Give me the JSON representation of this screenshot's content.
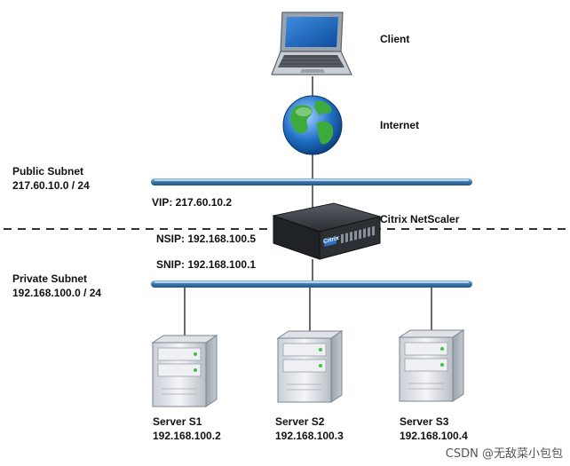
{
  "nodes": {
    "client": "Client",
    "internet": "Internet",
    "netscaler": "Citrix NetScaler"
  },
  "public_subnet": {
    "name": "Public Subnet",
    "range": "217.60.10.0 / 24"
  },
  "private_subnet": {
    "name": "Private Subnet",
    "range": "192.168.100.0 / 24"
  },
  "addresses": {
    "vip": "VIP: 217.60.10.2",
    "nsip": "NSIP: 192.168.100.5",
    "snip": "SNIP: 192.168.100.1"
  },
  "servers": [
    {
      "name": "Server S1",
      "ip": "192.168.100.2"
    },
    {
      "name": "Server S2",
      "ip": "192.168.100.3"
    },
    {
      "name": "Server S3",
      "ip": "192.168.100.4"
    }
  ],
  "device_badge": "Citrix",
  "watermark": "CSDN @无敌菜小包包",
  "colors": {
    "bus": "#3a77ae",
    "bus_highlight": "#6fa6d6",
    "line": "#444444"
  }
}
